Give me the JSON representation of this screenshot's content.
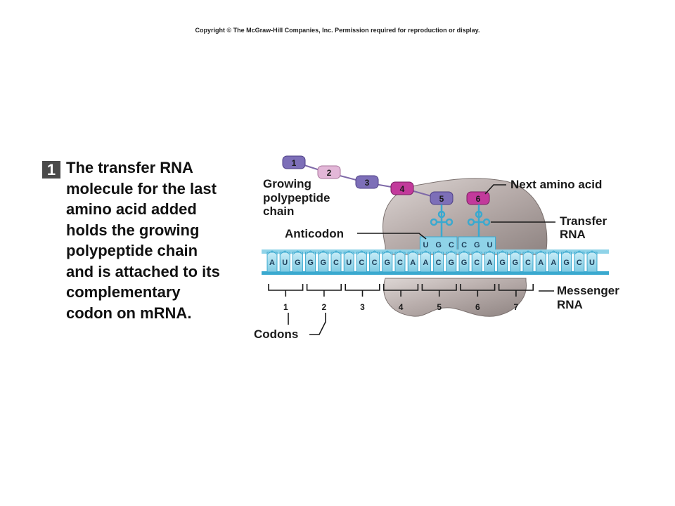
{
  "copyright": "Copyright © The McGraw-Hill Companies, Inc. Permission required for reproduction or display.",
  "step": {
    "number": "1",
    "lines": [
      "The transfer RNA",
      "molecule for the last",
      "amino acid added",
      "holds the growing",
      "polypeptide chain",
      "and is attached to its",
      "complementary",
      "codon on mRNA."
    ]
  },
  "diagram": {
    "labels": {
      "polypeptide": [
        "Growing",
        "polypeptide",
        "chain"
      ],
      "next_amino_acid": "Next amino acid",
      "transfer_rna": [
        "Transfer",
        "RNA"
      ],
      "anticodon": "Anticodon",
      "messenger_rna": [
        "Messenger",
        "RNA"
      ],
      "codons": "Codons"
    },
    "amino_acids": [
      "1",
      "2",
      "3",
      "4",
      "5",
      "6"
    ],
    "anticodon_bases": [
      [
        "U",
        "G",
        "C"
      ],
      [
        "C",
        "G",
        "U"
      ]
    ],
    "mrna_bases": [
      "A",
      "U",
      "G",
      "G",
      "G",
      "C",
      "U",
      "C",
      "C",
      "G",
      "C",
      "A",
      "A",
      "C",
      "G",
      "G",
      "C",
      "A",
      "G",
      "G",
      "C",
      "A",
      "A",
      "G",
      "C",
      "U"
    ],
    "codon_numbers": [
      "1",
      "2",
      "3",
      "4",
      "5",
      "6",
      "7"
    ],
    "colors": {
      "ribosome": "#b9aeac",
      "rna": "#8fd3e8",
      "rna_dark": "#3aa9cf",
      "aa_purple": "#7d6fb8",
      "aa_pink": "#e3b7d8",
      "aa_magenta": "#c23a9b"
    }
  }
}
